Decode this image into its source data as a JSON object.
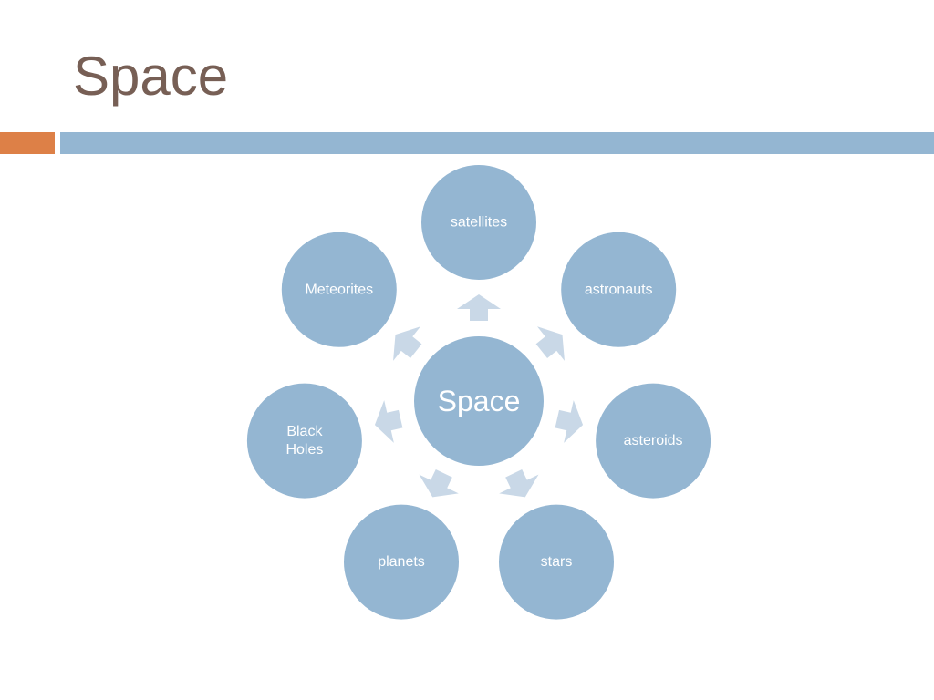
{
  "slide": {
    "title": "Space"
  },
  "colors": {
    "title": "#775F55",
    "accent_orange": "#DD8047",
    "accent_blue": "#94B6D2",
    "node_fill": "#94B6D2",
    "arrow_fill": "#C9D8E7",
    "label_text": "#FFFFFF"
  },
  "diagram": {
    "type": "radial-cycle",
    "center": {
      "label": "Space"
    },
    "nodes": [
      {
        "id": "satellites",
        "lines": [
          "satellites"
        ]
      },
      {
        "id": "astronauts",
        "lines": [
          "astronauts"
        ]
      },
      {
        "id": "asteroids",
        "lines": [
          "asteroids"
        ]
      },
      {
        "id": "stars",
        "lines": [
          "stars"
        ]
      },
      {
        "id": "planets",
        "lines": [
          "planets"
        ]
      },
      {
        "id": "black-holes",
        "lines": [
          "Black",
          "Holes"
        ]
      },
      {
        "id": "meteorites",
        "lines": [
          "Meteorites"
        ]
      }
    ]
  }
}
